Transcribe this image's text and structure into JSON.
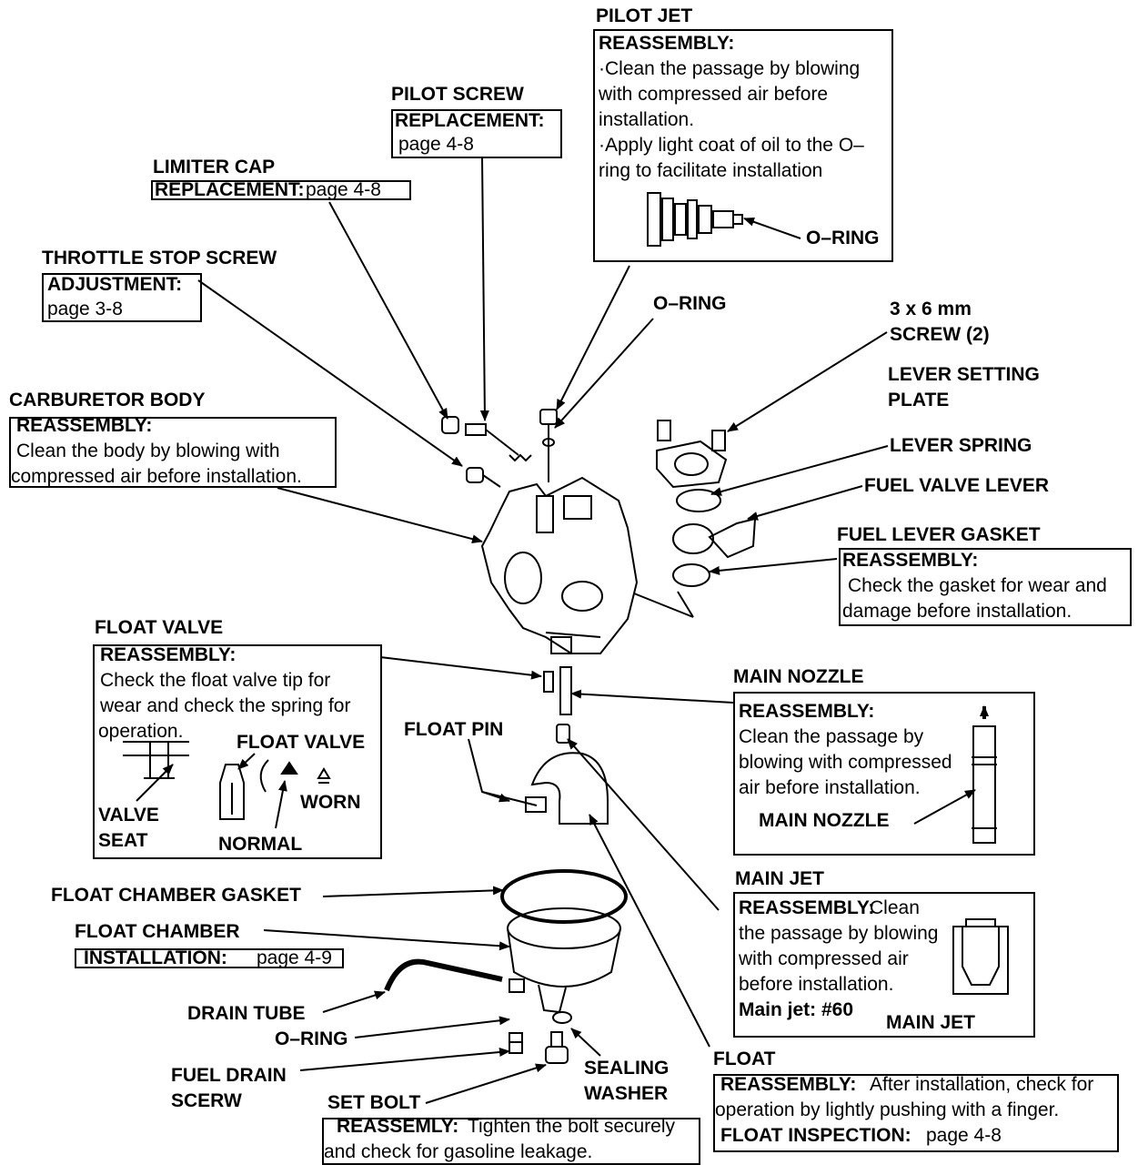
{
  "pilot_jet": {
    "title": "PILOT JET",
    "heading": "REASSEMBLY:",
    "lines": [
      "·Clean the passage by blowing",
      "with compressed air before",
      "installation.",
      "·Apply light coat of oil to the O–",
      "ring to facilitate installation"
    ],
    "oring": "O–RING"
  },
  "pilot_screw": {
    "title": "PILOT SCREW",
    "heading": "REPLACEMENT:",
    "ref": "page 4-8"
  },
  "limiter_cap": {
    "title": "LIMITER CAP",
    "heading": "REPLACEMENT:",
    "ref": "page 4-8"
  },
  "throttle_stop": {
    "title": "THROTTLE STOP SCREW",
    "heading": "ADJUSTMENT:",
    "ref": "page 3-8"
  },
  "oring_top": "O–RING",
  "screw": {
    "line1": "3 x 6 mm",
    "line2": "SCREW (2)"
  },
  "lever_plate": {
    "line1": "LEVER SETTING",
    "line2": "PLATE"
  },
  "lever_spring": "LEVER SPRING",
  "fuel_valve_lever": "FUEL VALVE LEVER",
  "carb_body": {
    "title": "CARBURETOR BODY",
    "heading": "REASSEMBLY:",
    "lines": [
      "Clean the body by blowing with",
      "compressed air before installation."
    ]
  },
  "fuel_gasket": {
    "title": "FUEL LEVER GASKET",
    "heading": "REASSEMBLY:",
    "lines": [
      "Check the gasket for wear and",
      "damage before installation."
    ]
  },
  "float_valve": {
    "title": "FLOAT VALVE",
    "heading": "REASSEMBLY:",
    "lines": [
      "Check the float valve tip for",
      "wear and check the spring for",
      "operation."
    ],
    "fv_label": "FLOAT VALVE",
    "worn": "WORN",
    "valve": "VALVE",
    "seat": "SEAT",
    "normal": "NORMAL"
  },
  "float_pin": "FLOAT PIN",
  "main_nozzle": {
    "title": "MAIN NOZZLE",
    "heading": "REASSEMBLY:",
    "lines": [
      "Clean the passage by",
      "blowing with compressed",
      "air before installation."
    ],
    "label": "MAIN NOZZLE"
  },
  "float_chamber_gasket": "FLOAT CHAMBER GASKET",
  "float_chamber": {
    "title": "FLOAT CHAMBER",
    "heading": "INSTALLATION:",
    "ref": "page 4-9"
  },
  "main_jet": {
    "title": "MAIN JET",
    "heading": "REASSEMBLY:",
    "line0": "Clean",
    "lines": [
      "the passage by blowing",
      "with compressed air",
      "before installation."
    ],
    "spec": "Main jet: #60",
    "label": "MAIN JET"
  },
  "drain_tube": "DRAIN TUBE",
  "oring_bottom": "O–RING",
  "fuel_drain": {
    "line1": "FUEL DRAIN",
    "line2": "SCERW"
  },
  "sealing_washer": {
    "line1": "SEALING",
    "line2": "WASHER"
  },
  "set_bolt": {
    "title": "SET BOLT",
    "heading": "REASSEMLY:",
    "text": "Tighten the bolt securely",
    "line2": "and check for gasoline leakage."
  },
  "float": {
    "title": "FLOAT",
    "heading": "REASSEMBLY:",
    "text": "After installation, check for",
    "line2": "operation by lightly pushing with a finger.",
    "insp_heading": "FLOAT INSPECTION:",
    "insp_ref": "page 4-8"
  }
}
